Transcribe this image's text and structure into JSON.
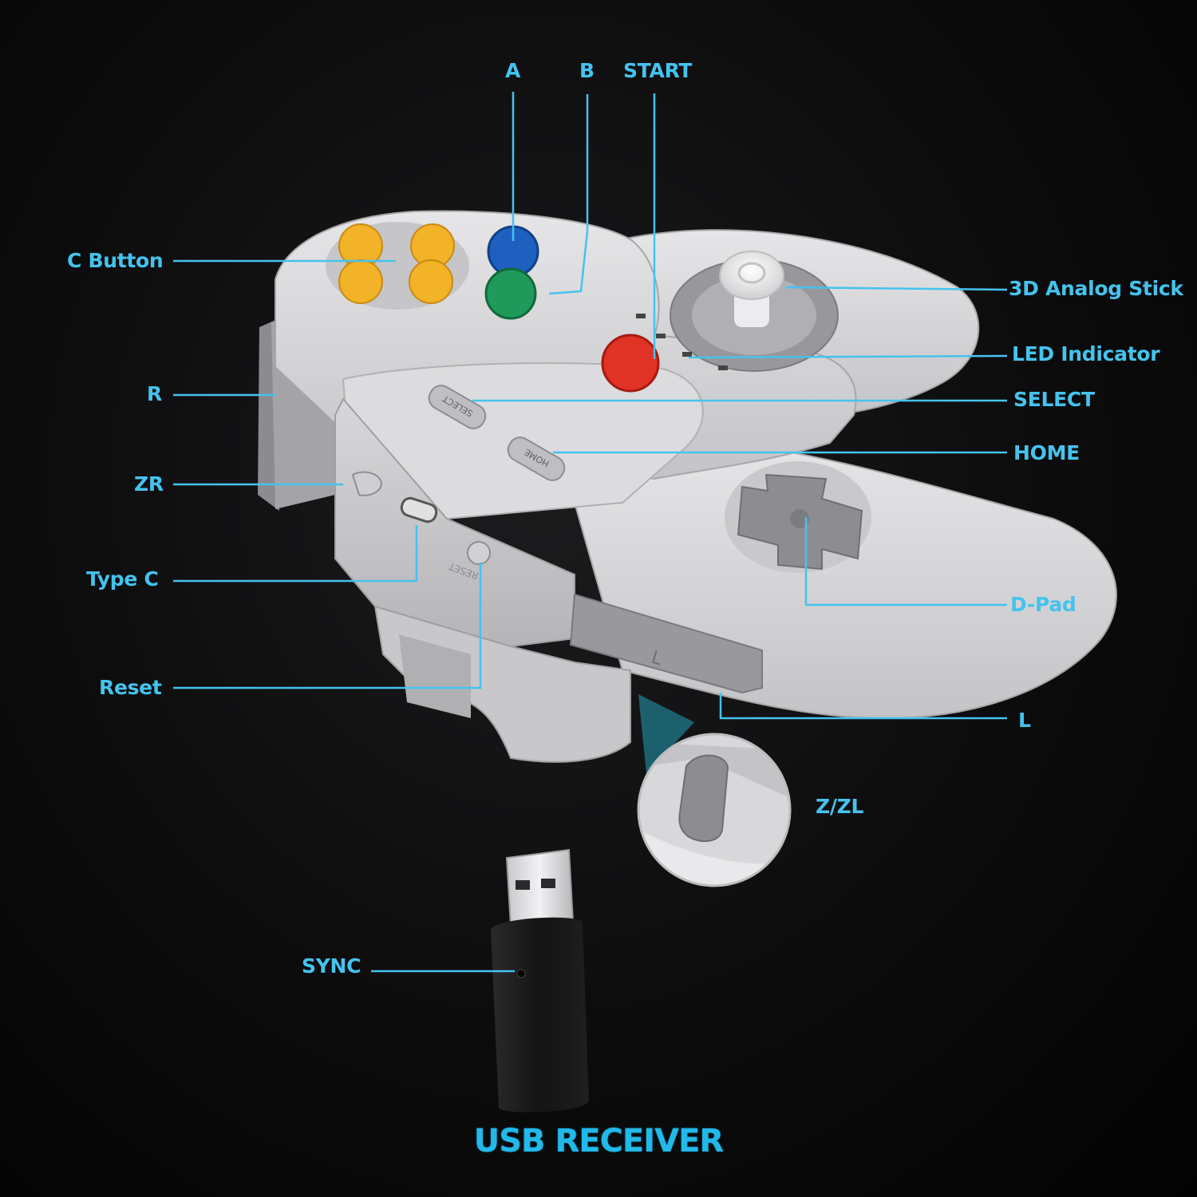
{
  "colors": {
    "callout": "#45c3ee",
    "receiver_title": "#22b9ea",
    "controller_body": "#d4d4d6",
    "button_a": "#1f5fc0",
    "button_b": "#1f9a5a",
    "button_start": "#e03225",
    "c_buttons": "#f2b328"
  },
  "callouts": {
    "a": "A",
    "b": "B",
    "start": "START",
    "c_button": "C Button",
    "analog_stick": "3D Analog Stick",
    "led_indicator": "LED Indicator",
    "r": "R",
    "select": "SELECT",
    "home": "HOME",
    "zr": "ZR",
    "type_c": "Type C",
    "d_pad": "D-Pad",
    "reset": "Reset",
    "l": "L",
    "z_zl": "Z/ZL",
    "sync": "SYNC"
  },
  "device_labels": {
    "select": "SELECT",
    "home": "HOME",
    "reset": "RESET"
  },
  "receiver_title": "USB RECEIVER"
}
